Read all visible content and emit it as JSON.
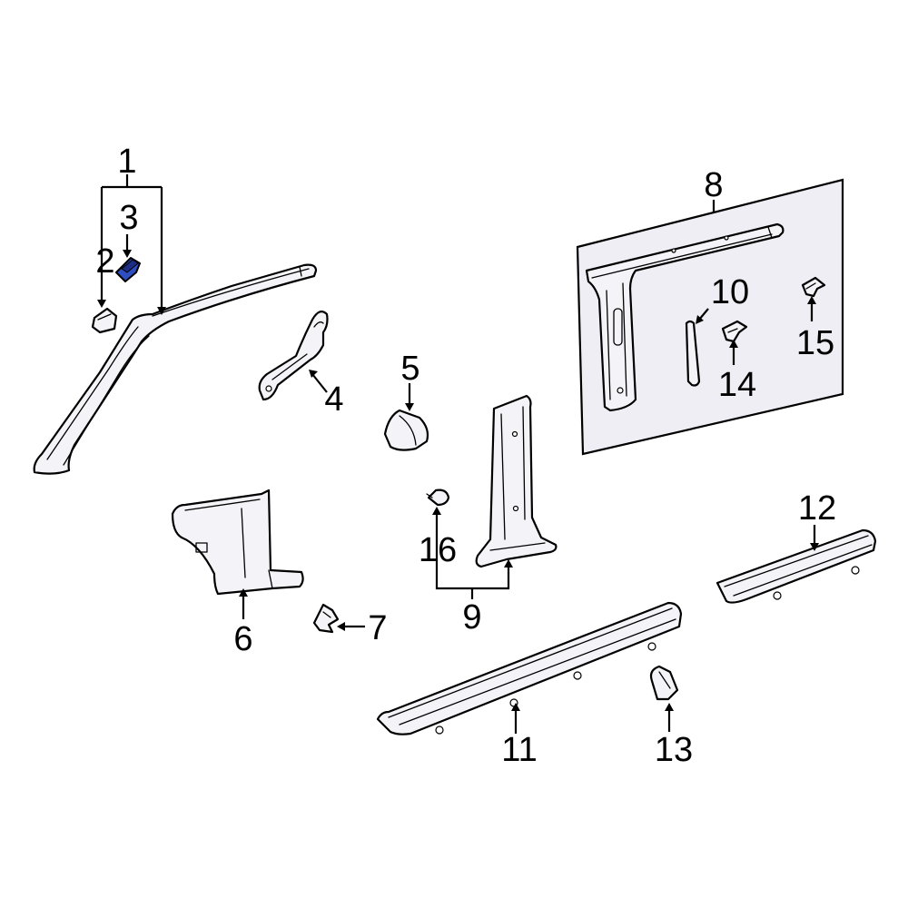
{
  "colors": {
    "line": "#000000",
    "part_fill": "#f4f3f7",
    "panel_fill": "#efeef4",
    "highlight": "#2f4fc0",
    "highlight_dark": "#1b2d85"
  },
  "highlighted_part": "3",
  "callouts": [
    {
      "id": "c1",
      "label": "1"
    },
    {
      "id": "c2",
      "label": "2"
    },
    {
      "id": "c3",
      "label": "3"
    },
    {
      "id": "c4",
      "label": "4"
    },
    {
      "id": "c5",
      "label": "5"
    },
    {
      "id": "c6",
      "label": "6"
    },
    {
      "id": "c7",
      "label": "7"
    },
    {
      "id": "c8",
      "label": "8"
    },
    {
      "id": "c9",
      "label": "9"
    },
    {
      "id": "c10",
      "label": "10"
    },
    {
      "id": "c11",
      "label": "11"
    },
    {
      "id": "c12",
      "label": "12"
    },
    {
      "id": "c13",
      "label": "13"
    },
    {
      "id": "c14",
      "label": "14"
    },
    {
      "id": "c15",
      "label": "15"
    },
    {
      "id": "c16",
      "label": "16"
    }
  ]
}
